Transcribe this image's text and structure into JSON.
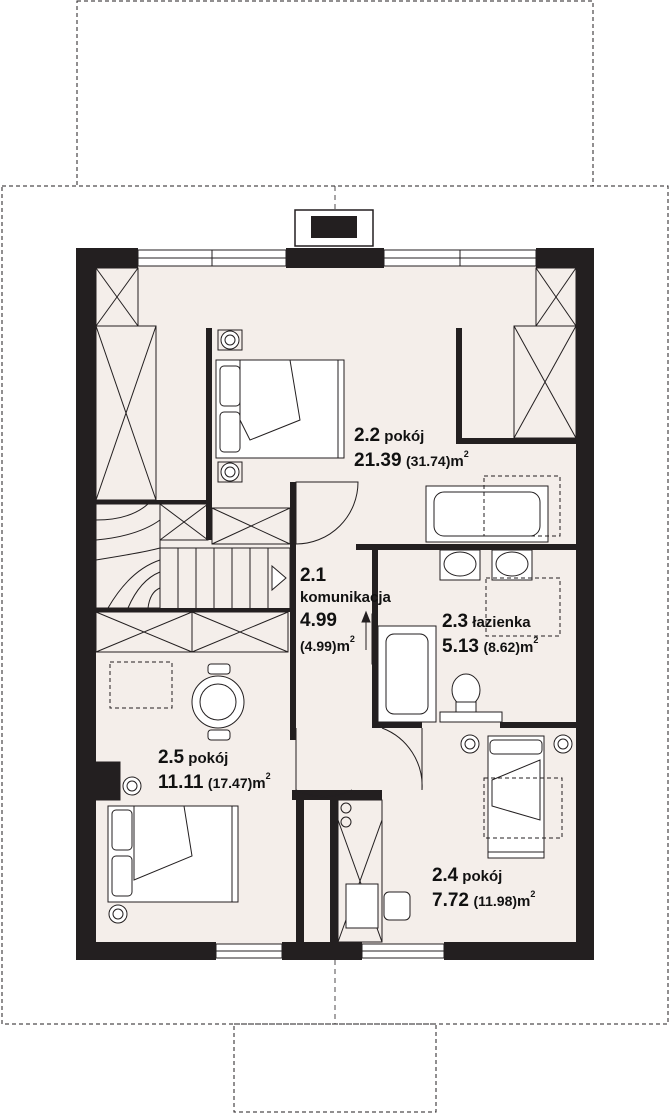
{
  "floor_plan": {
    "rooms": [
      {
        "id": "2.1",
        "name": "komunikacja",
        "area": "4.99",
        "gross_area": "(4.99)",
        "unit": "m",
        "unit_power": "2"
      },
      {
        "id": "2.2",
        "name": "pokój",
        "area": "21.39",
        "gross_area": "(31.74)",
        "unit": "m",
        "unit_power": "2"
      },
      {
        "id": "2.3",
        "name": "łazienka",
        "area": "5.13",
        "gross_area": "(8.62)",
        "unit": "m",
        "unit_power": "2"
      },
      {
        "id": "2.4",
        "name": "pokój",
        "area": "7.72",
        "gross_area": "(11.98)",
        "unit": "m",
        "unit_power": "2"
      },
      {
        "id": "2.5",
        "name": "pokój",
        "area": "11.11",
        "gross_area": "(17.47)",
        "unit": "m",
        "unit_power": "2"
      }
    ],
    "colors": {
      "wall": "#231f20",
      "floor": "#f4eeea",
      "line": "#231f20",
      "background": "#ffffff"
    }
  }
}
